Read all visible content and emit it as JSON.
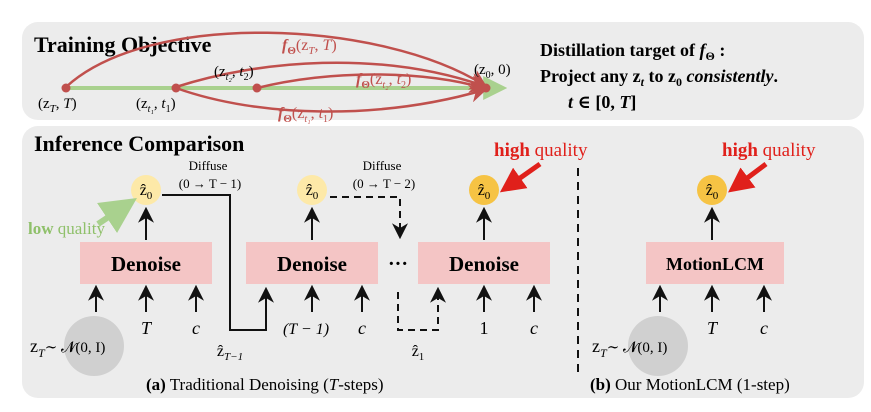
{
  "training": {
    "title": "Training Objective",
    "labels": {
      "zT_T": "(z_T, T)",
      "zt1_t1": "(z_{t1}, t_1)",
      "zt2_t2": "(z_{t2}, t_2)",
      "z0_0": "(z_0, 0)",
      "arc_top": "f_Θ(z_T, T)",
      "arc_mid": "f_Θ(z_{t2}, t_2)",
      "arc_bot": "f_Θ(z_{t1}, t_1)"
    },
    "objective": {
      "line1_prefix": "Distillation target of ",
      "line1_symbol": "f",
      "line1_sub": "Θ",
      "line1_suffix": " :",
      "line2_prefix": "Project any ",
      "line2_z": "z",
      "line2_t": "t",
      "line2_mid": " to ",
      "line2_z0": "z",
      "line2_0": "0",
      "line2_italic": "consistently",
      "line2_end": ".",
      "line3_t": "t",
      "line3_rest": " ∈ [0, ",
      "line3_T": "T",
      "line3_close": "]"
    }
  },
  "inference": {
    "title": "Inference Comparison",
    "denoise_label": "Denoise",
    "model_label": "MotionLCM",
    "diffuse_label": "Diffuse",
    "diffuse_range_1": "(0 → T − 1)",
    "diffuse_range_2": "(0 → T − 2)",
    "z0_hat": "ẑ",
    "z0_sub": "0",
    "low_quality_bold": "low",
    "low_quality_rest": " quality",
    "high_quality_bold": "high",
    "high_quality_rest": " quality",
    "ellipsis": "···",
    "zT_prior_z": "z",
    "zT_prior_sub": "T",
    "zT_prior_rest": "∼ 𝓝(0, I)",
    "input_T": "T",
    "input_c": "c",
    "input_T1": "(T − 1)",
    "input_1": "1",
    "zhat_T1": "ẑ",
    "zhat_T1_sub": "T−1",
    "zhat_1": "ẑ",
    "zhat_1_sub": "1",
    "caption_a_prefix": "(a)",
    "caption_a_text": " Traditional  Denoising (",
    "caption_a_T": "T",
    "caption_a_end": "-steps)",
    "caption_b_prefix": "(b)",
    "caption_b_text": " Our MotionLCM (1-step)"
  },
  "colors": {
    "panel_bg": "#ececec",
    "denoise_fill": "#f4c5c5",
    "red_arc": "#c0504d",
    "green_line": "#a9d18e",
    "z0_pale": "#fde9a8",
    "z0_strong": "#f6c344",
    "red_text": "#e0201b",
    "green_text": "#8fc06a",
    "noise_circle": "#d0d0d0"
  }
}
